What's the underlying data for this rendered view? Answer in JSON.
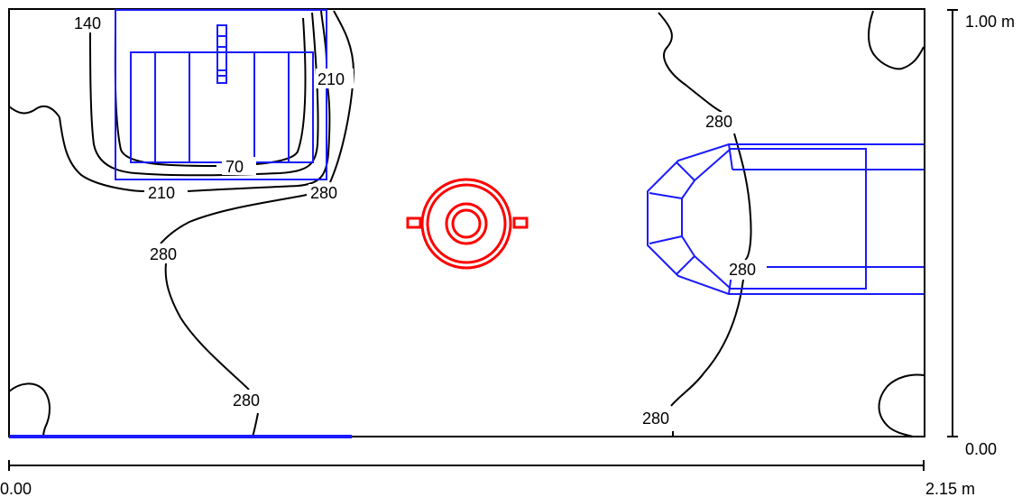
{
  "colors": {
    "contour": "#000000",
    "furniture": "#1a1aff",
    "luminaire": "#ff0000",
    "background": "#ffffff"
  },
  "axes": {
    "x_min_label": "0.00",
    "x_max_label": "2.15 m",
    "y_min_label": "0.00",
    "y_max_label": "1.00 m"
  },
  "contour_labels": {
    "c140": "140",
    "c210_right": "210",
    "c70": "70",
    "c210_bottom": "210",
    "c280_a": "280",
    "c280_b": "280",
    "c280_c": "280",
    "c280_d": "280",
    "c280_e": "280",
    "c280_f": "280"
  }
}
